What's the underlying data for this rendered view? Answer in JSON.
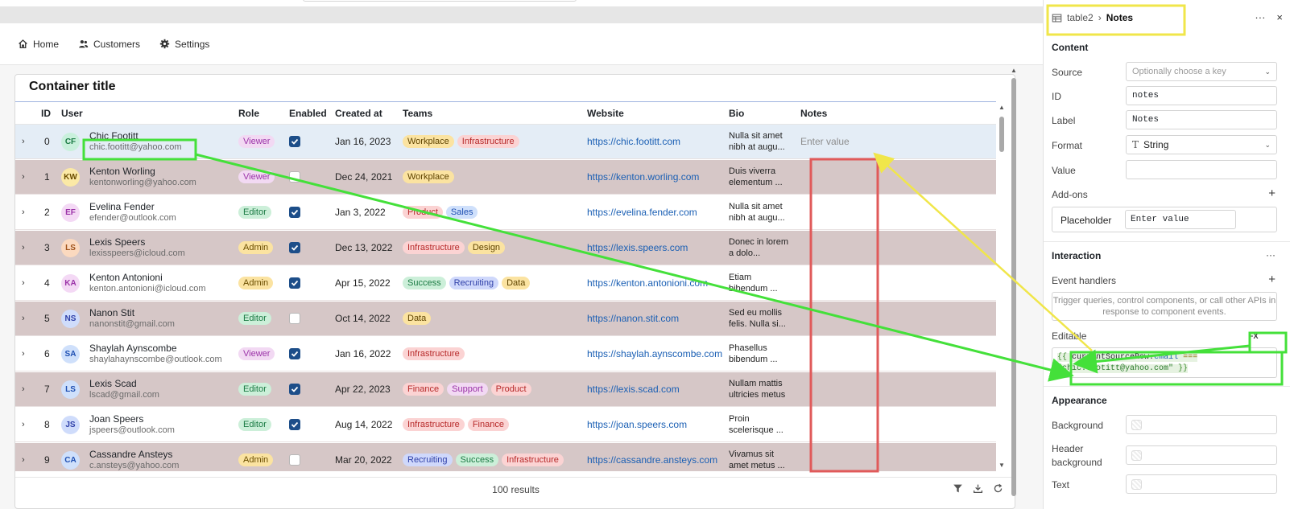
{
  "nav": {
    "items": [
      {
        "label": "Home",
        "icon": "home-icon"
      },
      {
        "label": "Customers",
        "icon": "users-icon"
      },
      {
        "label": "Settings",
        "icon": "gear-icon"
      }
    ]
  },
  "container": {
    "title": "Container title"
  },
  "table": {
    "columns": [
      "ID",
      "User",
      "Role",
      "Enabled",
      "Created at",
      "Teams",
      "Website",
      "Bio",
      "Notes"
    ],
    "notes_placeholder": "Enter value",
    "rows": [
      {
        "id": "0",
        "initials": "CF",
        "name": "Chic Footitt",
        "email": "chic.footitt@yahoo.com",
        "role": "Viewer",
        "enabled": true,
        "created": "Jan 16, 2023",
        "teams": [
          "Workplace",
          "Infrastructure"
        ],
        "website": "https://chic.footitt.com",
        "bio": "Nulla sit amet nibh at augu...",
        "avatar_bg": "#c9f0dc",
        "avatar_fg": "#1a7a43"
      },
      {
        "id": "1",
        "initials": "KW",
        "name": "Kenton Worling",
        "email": "kentonworling@yahoo.com",
        "role": "Viewer",
        "enabled": false,
        "created": "Dec 24, 2021",
        "teams": [
          "Workplace"
        ],
        "website": "https://kenton.worling.com",
        "bio": "Duis viverra elementum ...",
        "avatar_bg": "#fbe9a6",
        "avatar_fg": "#6b4e00"
      },
      {
        "id": "2",
        "initials": "EF",
        "name": "Evelina Fender",
        "email": "efender@outlook.com",
        "role": "Editor",
        "enabled": true,
        "created": "Jan 3, 2022",
        "teams": [
          "Product",
          "Sales"
        ],
        "website": "https://evelina.fender.com",
        "bio": "Nulla sit amet nibh at augu...",
        "avatar_bg": "#f4d9f5",
        "avatar_fg": "#9b33a8"
      },
      {
        "id": "3",
        "initials": "LS",
        "name": "Lexis Speers",
        "email": "lexisspeers@icloud.com",
        "role": "Admin",
        "enabled": true,
        "created": "Dec 13, 2022",
        "teams": [
          "Infrastructure",
          "Design"
        ],
        "website": "https://lexis.speers.com",
        "bio": "Donec in lorem a dolo...",
        "avatar_bg": "#fbd9bf",
        "avatar_fg": "#a0521a"
      },
      {
        "id": "4",
        "initials": "KA",
        "name": "Kenton Antonioni",
        "email": "kenton.antonioni@icloud.com",
        "role": "Admin",
        "enabled": true,
        "created": "Apr 15, 2022",
        "teams": [
          "Success",
          "Recruiting",
          "Data"
        ],
        "website": "https://kenton.antonioni.com",
        "bio": "Etiam bibendum ...",
        "avatar_bg": "#f4d9f5",
        "avatar_fg": "#9b33a8"
      },
      {
        "id": "5",
        "initials": "NS",
        "name": "Nanon Stit",
        "email": "nanonstit@gmail.com",
        "role": "Editor",
        "enabled": false,
        "created": "Oct 14, 2022",
        "teams": [
          "Data"
        ],
        "website": "https://nanon.stit.com",
        "bio": "Sed eu mollis felis. Nulla si...",
        "avatar_bg": "#cfdcfb",
        "avatar_fg": "#2e3fa8"
      },
      {
        "id": "6",
        "initials": "SA",
        "name": "Shaylah Aynscombe",
        "email": "shaylahaynscombe@outlook.com",
        "role": "Viewer",
        "enabled": true,
        "created": "Jan 16, 2022",
        "teams": [
          "Infrastructure"
        ],
        "website": "https://shaylah.aynscombe.com",
        "bio": "Phasellus bibendum ...",
        "avatar_bg": "#cfe0fb",
        "avatar_fg": "#1e4fb2"
      },
      {
        "id": "7",
        "initials": "LS",
        "name": "Lexis Scad",
        "email": "lscad@gmail.com",
        "role": "Editor",
        "enabled": true,
        "created": "Apr 22, 2023",
        "teams": [
          "Finance",
          "Support",
          "Product"
        ],
        "website": "https://lexis.scad.com",
        "bio": "Nullam mattis ultricies metus",
        "avatar_bg": "#cfe0fb",
        "avatar_fg": "#1e4fb2"
      },
      {
        "id": "8",
        "initials": "JS",
        "name": "Joan Speers",
        "email": "jspeers@outlook.com",
        "role": "Editor",
        "enabled": true,
        "created": "Aug 14, 2022",
        "teams": [
          "Infrastructure",
          "Finance"
        ],
        "website": "https://joan.speers.com",
        "bio": "Proin scelerisque ...",
        "avatar_bg": "#cfdcfb",
        "avatar_fg": "#2e3fa8"
      },
      {
        "id": "9",
        "initials": "CA",
        "name": "Cassandre Ansteys",
        "email": "c.ansteys@yahoo.com",
        "role": "Admin",
        "enabled": false,
        "created": "Mar 20, 2022",
        "teams": [
          "Recruiting",
          "Success",
          "Infrastructure"
        ],
        "website": "https://cassandre.ansteys.com",
        "bio": "Vivamus sit amet metus ...",
        "avatar_bg": "#cfe0fb",
        "avatar_fg": "#1e4fb2"
      }
    ],
    "results": "100 results",
    "footer_icons": [
      "filter-icon",
      "download-icon",
      "refresh-icon"
    ]
  },
  "inspector": {
    "breadcrumb_parent": "table2",
    "breadcrumb_sep": "›",
    "breadcrumb_current": "Notes",
    "more": "···",
    "close": "×",
    "content_title": "Content",
    "source_label": "Source",
    "source_placeholder": "Optionally choose a key",
    "id_label": "ID",
    "id_value": "notes",
    "label_label": "Label",
    "label_value": "Notes",
    "format_label": "Format",
    "format_value": "String",
    "format_icon": "T",
    "value_label": "Value",
    "value_value": "",
    "addons_label": "Add-ons",
    "addon_placeholder_label": "Placeholder",
    "addon_placeholder_value": "Enter value",
    "interaction_title": "Interaction",
    "event_handlers_label": "Event handlers",
    "event_handlers_hint": "Trigger queries, control components, or call other APIs in response to component events.",
    "editable_label": "Editable",
    "fx": "FX",
    "editable_code": {
      "open": "{{",
      "ident": "currentSourceRow",
      "dot": ".",
      "prop": "email",
      "op": "===",
      "str": "\"chic.footitt@yahoo.com\"",
      "close": "}}"
    },
    "appearance_title": "Appearance",
    "background_label": "Background",
    "header_bg_label_1": "Header",
    "header_bg_label_2": "background",
    "text_label": "Text"
  },
  "colors": {
    "annotation_green": "#44e03a",
    "annotation_yellow": "#f0e64a",
    "annotation_red": "#e05a5a",
    "odd_row": "#d6c7c7",
    "selected_row": "#e4edf6",
    "checkbox_on": "#1d4e89"
  }
}
